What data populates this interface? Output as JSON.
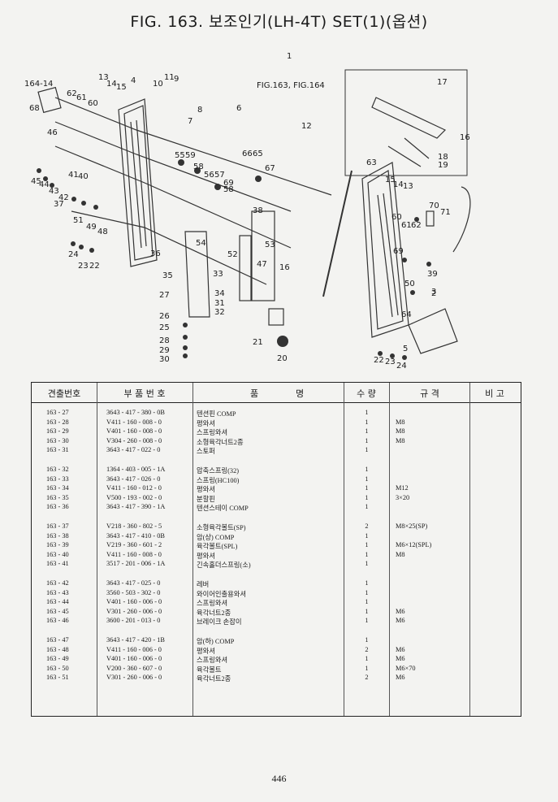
{
  "title": "FIG. 163. 보조인기(LH-4T) SET(1)(옵션)",
  "page_number": "446",
  "diagram": {
    "callouts": [
      "1",
      "FIG.163, FIG.164",
      "164-14",
      "13",
      "14",
      "15",
      "4",
      "10",
      "11",
      "9",
      "62",
      "61",
      "60",
      "68",
      "8",
      "6",
      "7",
      "12",
      "17",
      "16",
      "18",
      "19",
      "46",
      "55",
      "59",
      "58",
      "56",
      "57",
      "66",
      "65",
      "67",
      "41",
      "40",
      "45",
      "44",
      "43",
      "42",
      "37",
      "51",
      "49",
      "48",
      "58",
      "69",
      "63",
      "15",
      "14",
      "13",
      "70",
      "71",
      "60",
      "61",
      "62",
      "38",
      "69",
      "39",
      "24",
      "23",
      "22",
      "36",
      "54",
      "52",
      "53",
      "47",
      "16",
      "50",
      "35",
      "33",
      "27",
      "34",
      "31",
      "32",
      "26",
      "25",
      "28",
      "29",
      "30",
      "21",
      "20",
      "3",
      "2",
      "64",
      "22",
      "23",
      "24",
      "5"
    ]
  },
  "table": {
    "headers": {
      "item_no": "견출번호",
      "part_no": "부 품 번 호",
      "name_a": "품",
      "name_b": "명",
      "qty": "수 량",
      "spec": "규 격",
      "note": "비 고"
    },
    "rows": [
      {
        "no": "163 - 27",
        "part": "3643 - 417 - 380 - 0B",
        "name": "텐션핀 COMP",
        "qty": "1",
        "spec": "",
        "note": ""
      },
      {
        "no": "163 - 28",
        "part": "V411 - 160 - 008 - 0",
        "name": "평와셔",
        "qty": "1",
        "spec": "M8",
        "note": ""
      },
      {
        "no": "163 - 29",
        "part": "V401 - 160 - 008 - 0",
        "name": "스프링와셔",
        "qty": "1",
        "spec": "M8",
        "note": ""
      },
      {
        "no": "163 - 30",
        "part": "V304 - 260 - 008 - 0",
        "name": "소형육각너트2종",
        "qty": "1",
        "spec": "M8",
        "note": ""
      },
      {
        "no": "163 - 31",
        "part": "3643 - 417 - 022 - 0",
        "name": "스토퍼",
        "qty": "1",
        "spec": "",
        "note": ""
      },
      {
        "no": "163 - 32",
        "part": "1364 - 403 - 005 - 1A",
        "name": "압축스프링(32)",
        "qty": "1",
        "spec": "",
        "note": ""
      },
      {
        "no": "163 - 33",
        "part": "3643 - 417 - 026 - 0",
        "name": "스프링(HC100)",
        "qty": "1",
        "spec": "",
        "note": ""
      },
      {
        "no": "163 - 34",
        "part": "V411 - 160 - 012 - 0",
        "name": "평와셔",
        "qty": "1",
        "spec": "M12",
        "note": ""
      },
      {
        "no": "163 - 35",
        "part": "V500 - 193 - 002 - 0",
        "name": "분할핀",
        "qty": "1",
        "spec": "3×20",
        "note": ""
      },
      {
        "no": "163 - 36",
        "part": "3643 - 417 - 390 - 1A",
        "name": "텐션스테이 COMP",
        "qty": "1",
        "spec": "",
        "note": ""
      },
      {
        "no": "163 - 37",
        "part": "V218 - 360 - 802 - 5",
        "name": "소형육각볼트(SP)",
        "qty": "2",
        "spec": "M8×25(SP)",
        "note": ""
      },
      {
        "no": "163 - 38",
        "part": "3643 - 417 - 410 - 0B",
        "name": "암(상) COMP",
        "qty": "1",
        "spec": "",
        "note": ""
      },
      {
        "no": "163 - 39",
        "part": "V219 - 360 - 601 - 2",
        "name": "육각볼트(SPL)",
        "qty": "1",
        "spec": "M6×12(SPL)",
        "note": ""
      },
      {
        "no": "163 - 40",
        "part": "V411 - 160 - 008 - 0",
        "name": "평와셔",
        "qty": "1",
        "spec": "M8",
        "note": ""
      },
      {
        "no": "163 - 41",
        "part": "3517 - 201 - 006 - 1A",
        "name": "긴속홀더스프링(소)",
        "qty": "1",
        "spec": "",
        "note": ""
      },
      {
        "no": "163 - 42",
        "part": "3643 - 417 - 025 - 0",
        "name": "레버",
        "qty": "1",
        "spec": "",
        "note": ""
      },
      {
        "no": "163 - 43",
        "part": "3560 - 503 - 302 - 0",
        "name": "와이어인출용와셔",
        "qty": "1",
        "spec": "",
        "note": ""
      },
      {
        "no": "163 - 44",
        "part": "V401 - 160 - 006 - 0",
        "name": "스프링와셔",
        "qty": "1",
        "spec": "",
        "note": ""
      },
      {
        "no": "163 - 45",
        "part": "V301 - 260 - 006 - 0",
        "name": "육각너트2종",
        "qty": "1",
        "spec": "M6",
        "note": ""
      },
      {
        "no": "163 - 46",
        "part": "3600 - 201 - 013 - 0",
        "name": "브레이크 손잡이",
        "qty": "1",
        "spec": "M6",
        "note": ""
      },
      {
        "no": "163 - 47",
        "part": "3643 - 417 - 420 - 1B",
        "name": "암(하) COMP",
        "qty": "1",
        "spec": "",
        "note": ""
      },
      {
        "no": "163 - 48",
        "part": "V411 - 160 - 006 - 0",
        "name": "평와셔",
        "qty": "2",
        "spec": "M6",
        "note": ""
      },
      {
        "no": "163 - 49",
        "part": "V401 - 160 - 006 - 0",
        "name": "스프링와셔",
        "qty": "1",
        "spec": "M6",
        "note": ""
      },
      {
        "no": "163 - 50",
        "part": "V200 - 360 - 607 - 0",
        "name": "육각볼트",
        "qty": "1",
        "spec": "M6×70",
        "note": ""
      },
      {
        "no": "163 - 51",
        "part": "V301 - 260 - 006 - 0",
        "name": "육각너트2종",
        "qty": "2",
        "spec": "M6",
        "note": ""
      }
    ]
  }
}
